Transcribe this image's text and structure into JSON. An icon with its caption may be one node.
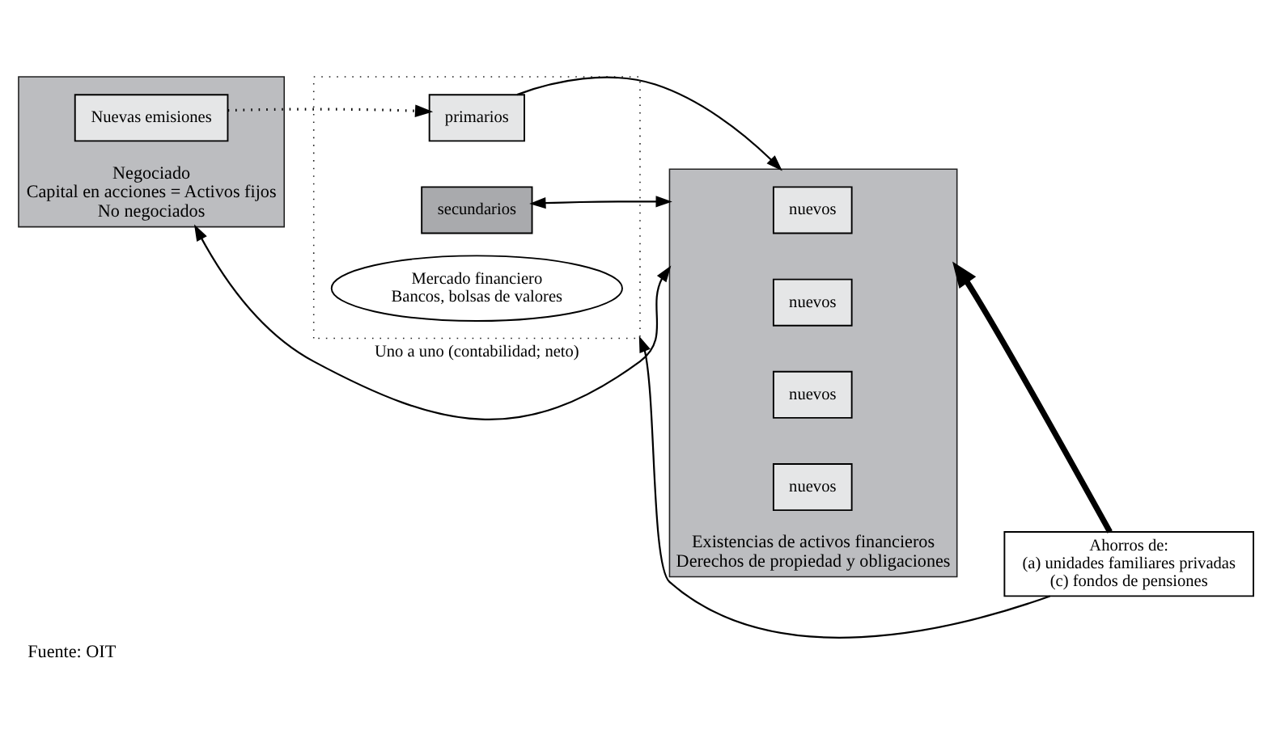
{
  "diagram": {
    "caption": "Fuente: OIT",
    "nodes": [
      {
        "text": [
          "Negociado",
          "Capital en acciones = Activos fijos",
          "No negociados"
        ]
      },
      {
        "text": [
          "Nuevas emisiones"
        ],
        "in": 0
      },
      {
        "text": [],
        "shape": "box"
      },
      {
        "text": [
          "Mercado financiero",
          "Bancos, bolsas de valores"
        ],
        "in": 2
      },
      {
        "text": [
          "primarios"
        ],
        "in": 2
      },
      {
        "text": [
          "secundarios"
        ],
        "in": 2
      },
      {
        "text": [
          "Existencias de activos financieros",
          "Derechos de propiedad y obligaciones"
        ]
      },
      {
        "text": [
          "nuevos"
        ],
        "in": 6
      },
      {
        "text": [
          "nuevos"
        ],
        "in": 6
      },
      {
        "text": [
          "nuevos"
        ],
        "in": 6
      },
      {
        "text": [
          "nuevos"
        ],
        "in": 6
      },
      {
        "text": [
          "Ahorros de:",
          "(a) unidades familiares privadas",
          "(c) fondos de pensiones"
        ]
      }
    ],
    "edges": [
      {
        "from": 0,
        "to": 6,
        "arrow": "both",
        "label": "Uno a uno (contabilidad; neto)"
      },
      {
        "from": 1,
        "to": 4,
        "arrow": "to",
        "style": "dashed"
      },
      {
        "from": 4,
        "to": 6,
        "arrow": "to"
      },
      {
        "from": 5,
        "to": 6,
        "arrow": "both"
      },
      {
        "from": 11,
        "to": 6,
        "arrow": "to",
        "style": "thick"
      },
      {
        "from": 11,
        "to": 2,
        "arrow": "to"
      }
    ]
  }
}
